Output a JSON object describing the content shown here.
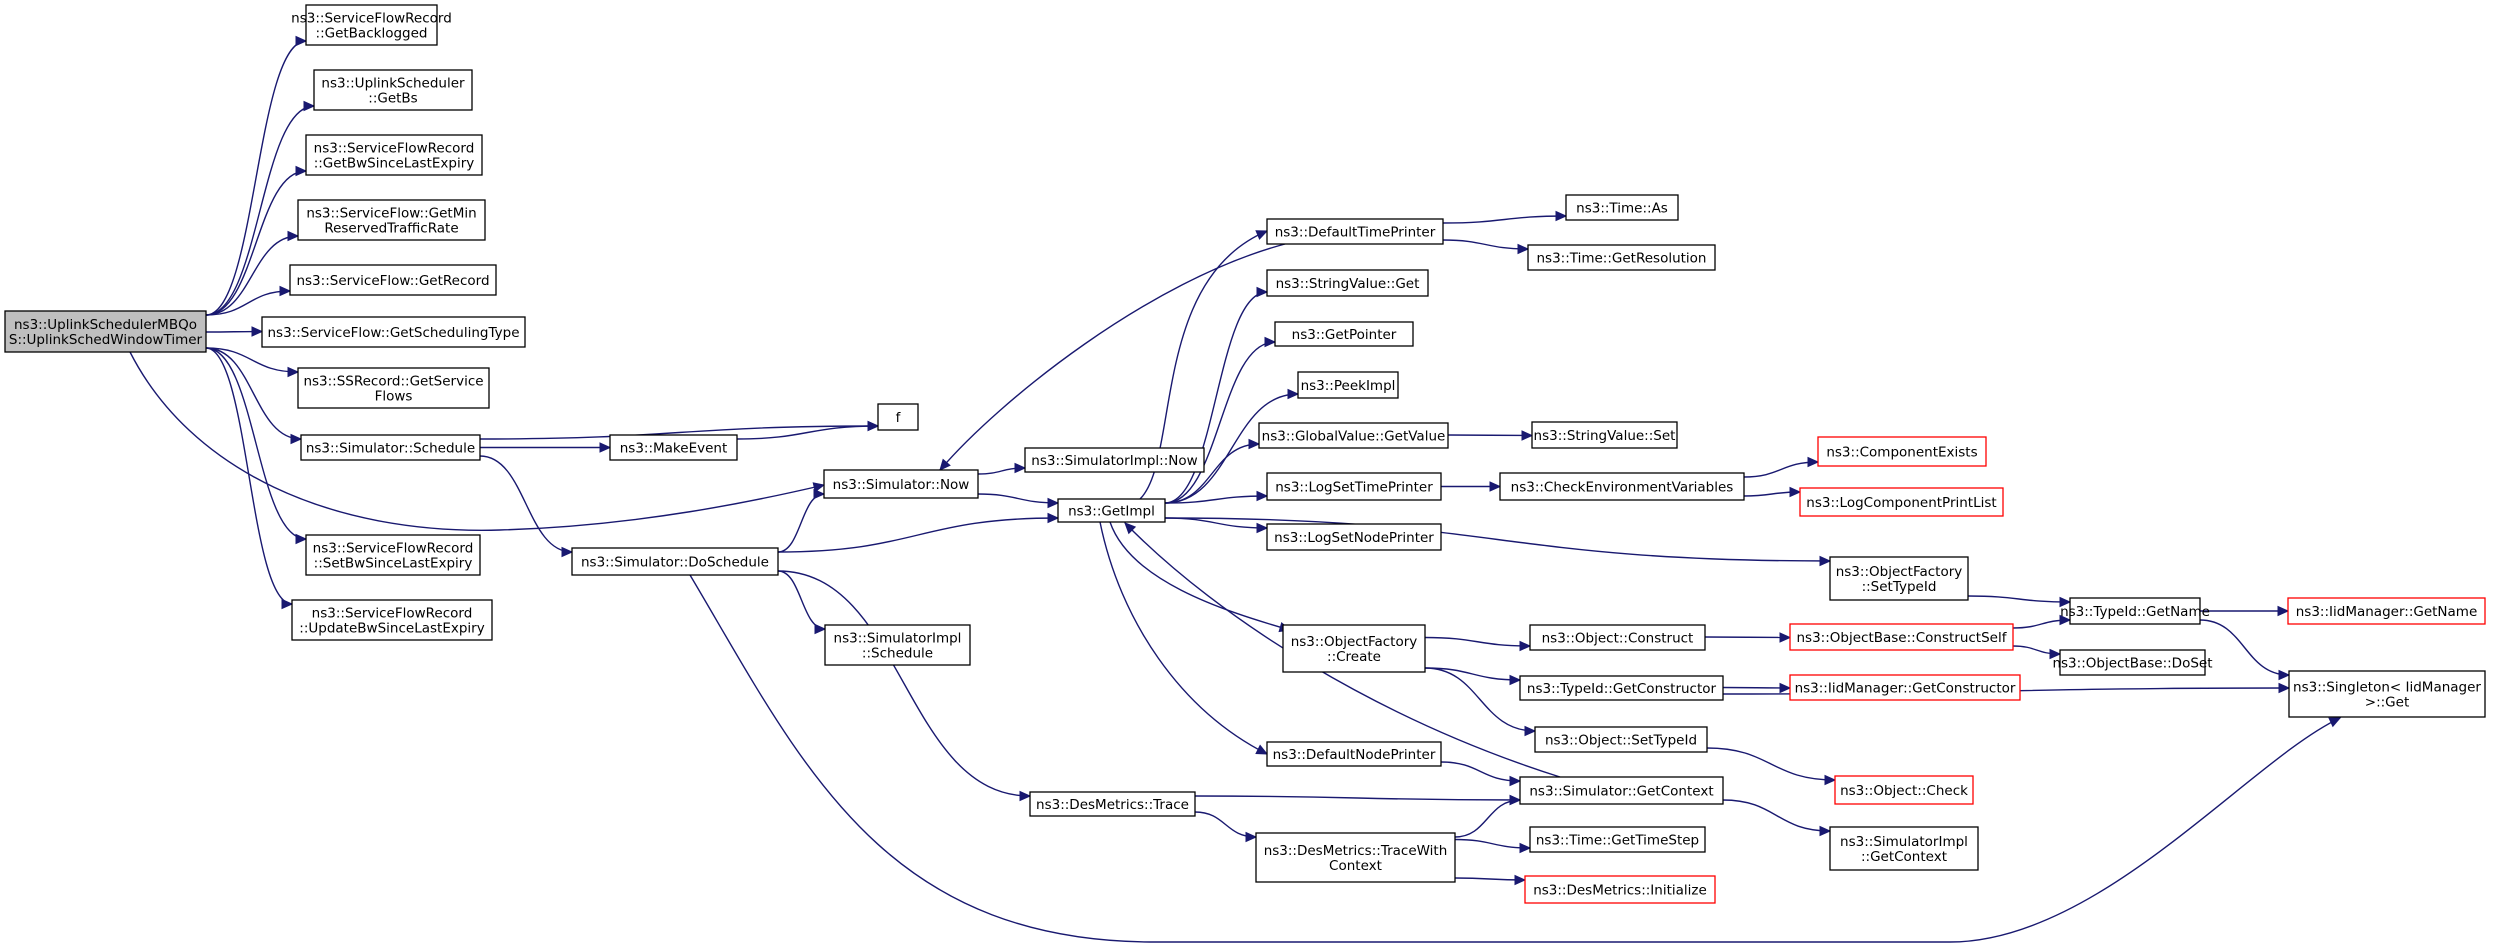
{
  "graph": {
    "colors": {
      "edge": "#191970",
      "node_border": "#000000",
      "node_truncated_border": "#ff0000",
      "root_fill": "#bfbfbf",
      "background": "#ffffff"
    },
    "nodes": [
      {
        "id": "root",
        "lines": [
          "ns3::UplinkSchedulerMBQo",
          "S::UplinkSchedWindowTimer"
        ],
        "root": true
      },
      {
        "id": "sfr_backlogged",
        "lines": [
          "ns3::ServiceFlowRecord",
          "::GetBacklogged"
        ]
      },
      {
        "id": "us_getbs",
        "lines": [
          "ns3::UplinkScheduler",
          "::GetBs"
        ]
      },
      {
        "id": "sfr_getbwsince",
        "lines": [
          "ns3::ServiceFlowRecord",
          "::GetBwSinceLastExpiry"
        ]
      },
      {
        "id": "sf_getmin",
        "lines": [
          "ns3::ServiceFlow::GetMin",
          "ReservedTrafficRate"
        ]
      },
      {
        "id": "sf_getrecord",
        "lines": [
          "ns3::ServiceFlow::GetRecord"
        ]
      },
      {
        "id": "sf_getschedtype",
        "lines": [
          "ns3::ServiceFlow::GetSchedulingType"
        ]
      },
      {
        "id": "ss_getserviceflows",
        "lines": [
          "ns3::SSRecord::GetService",
          "Flows"
        ]
      },
      {
        "id": "sim_schedule",
        "lines": [
          "ns3::Simulator::Schedule"
        ]
      },
      {
        "id": "sfr_setbw",
        "lines": [
          "ns3::ServiceFlowRecord",
          "::SetBwSinceLastExpiry"
        ]
      },
      {
        "id": "sfr_updatebw",
        "lines": [
          "ns3::ServiceFlowRecord",
          "::UpdateBwSinceLastExpiry"
        ]
      },
      {
        "id": "f",
        "lines": [
          "f"
        ]
      },
      {
        "id": "makeevent",
        "lines": [
          "ns3::MakeEvent"
        ]
      },
      {
        "id": "sim_now",
        "lines": [
          "ns3::Simulator::Now"
        ]
      },
      {
        "id": "sim_doschedule",
        "lines": [
          "ns3::Simulator::DoSchedule"
        ]
      },
      {
        "id": "simimpl_now",
        "lines": [
          "ns3::SimulatorImpl::Now"
        ]
      },
      {
        "id": "getimpl",
        "lines": [
          "ns3::GetImpl"
        ]
      },
      {
        "id": "simimpl_schedule",
        "lines": [
          "ns3::SimulatorImpl",
          "::Schedule"
        ]
      },
      {
        "id": "des_trace",
        "lines": [
          "ns3::DesMetrics::Trace"
        ]
      },
      {
        "id": "des_tracewith",
        "lines": [
          "ns3::DesMetrics::TraceWith",
          "Context"
        ]
      },
      {
        "id": "defaulttimeprinter",
        "lines": [
          "ns3::DefaultTimePrinter"
        ]
      },
      {
        "id": "stringvalue_get",
        "lines": [
          "ns3::StringValue::Get"
        ]
      },
      {
        "id": "getpointer",
        "lines": [
          "ns3::GetPointer"
        ]
      },
      {
        "id": "peekimpl",
        "lines": [
          "ns3::PeekImpl"
        ]
      },
      {
        "id": "globalvalue_getvalue",
        "lines": [
          "ns3::GlobalValue::GetValue"
        ]
      },
      {
        "id": "logsettimeprinter",
        "lines": [
          "ns3::LogSetTimePrinter"
        ]
      },
      {
        "id": "logsetnodeprinter",
        "lines": [
          "ns3::LogSetNodePrinter"
        ]
      },
      {
        "id": "objfactory_create",
        "lines": [
          "ns3::ObjectFactory",
          "::Create"
        ]
      },
      {
        "id": "defaultnodeprinter",
        "lines": [
          "ns3::DefaultNodePrinter"
        ]
      },
      {
        "id": "time_as",
        "lines": [
          "ns3::Time::As"
        ]
      },
      {
        "id": "time_getresolution",
        "lines": [
          "ns3::Time::GetResolution"
        ]
      },
      {
        "id": "stringvalue_set",
        "lines": [
          "ns3::StringValue::Set"
        ]
      },
      {
        "id": "checkenv",
        "lines": [
          "ns3::CheckEnvironmentVariables"
        ]
      },
      {
        "id": "objfactory_settypeid",
        "lines": [
          "ns3::ObjectFactory",
          "::SetTypeId"
        ]
      },
      {
        "id": "object_construct",
        "lines": [
          "ns3::Object::Construct"
        ]
      },
      {
        "id": "typeid_getconstructor",
        "lines": [
          "ns3::TypeId::GetConstructor"
        ]
      },
      {
        "id": "object_settypeid",
        "lines": [
          "ns3::Object::SetTypeId"
        ]
      },
      {
        "id": "sim_getcontext",
        "lines": [
          "ns3::Simulator::GetContext"
        ]
      },
      {
        "id": "time_gettimestep",
        "lines": [
          "ns3::Time::GetTimeStep"
        ]
      },
      {
        "id": "des_initialize",
        "lines": [
          "ns3::DesMetrics::Initialize"
        ],
        "truncated": true
      },
      {
        "id": "componentexists",
        "lines": [
          "ns3::ComponentExists"
        ],
        "truncated": true
      },
      {
        "id": "logcomponentprintlist",
        "lines": [
          "ns3::LogComponentPrintList"
        ],
        "truncated": true
      },
      {
        "id": "typeid_getname",
        "lines": [
          "ns3::TypeId::GetName"
        ]
      },
      {
        "id": "objbase_constructself",
        "lines": [
          "ns3::ObjectBase::ConstructSelf"
        ],
        "truncated": true
      },
      {
        "id": "iidmanager_getconstructor",
        "lines": [
          "ns3::IidManager::GetConstructor"
        ],
        "truncated": true
      },
      {
        "id": "object_check",
        "lines": [
          "ns3::Object::Check"
        ],
        "truncated": true
      },
      {
        "id": "simimpl_getcontext",
        "lines": [
          "ns3::SimulatorImpl",
          "::GetContext"
        ]
      },
      {
        "id": "iidmanager_getname",
        "lines": [
          "ns3::IidManager::GetName"
        ],
        "truncated": true
      },
      {
        "id": "objbase_doset",
        "lines": [
          "ns3::ObjectBase::DoSet"
        ]
      },
      {
        "id": "singleton_get",
        "lines": [
          "ns3::Singleton< IidManager",
          ">::Get"
        ]
      }
    ],
    "edges": [
      [
        "root",
        "sfr_backlogged"
      ],
      [
        "root",
        "us_getbs"
      ],
      [
        "root",
        "sfr_getbwsince"
      ],
      [
        "root",
        "sf_getmin"
      ],
      [
        "root",
        "sf_getrecord"
      ],
      [
        "root",
        "sf_getschedtype"
      ],
      [
        "root",
        "ss_getserviceflows"
      ],
      [
        "root",
        "sim_schedule"
      ],
      [
        "root",
        "sim_now"
      ],
      [
        "root",
        "sfr_setbw"
      ],
      [
        "root",
        "sfr_updatebw"
      ],
      [
        "sim_schedule",
        "f"
      ],
      [
        "sim_schedule",
        "makeevent"
      ],
      [
        "sim_schedule",
        "sim_doschedule"
      ],
      [
        "makeevent",
        "f"
      ],
      [
        "sim_now",
        "simimpl_now"
      ],
      [
        "sim_now",
        "getimpl"
      ],
      [
        "sim_doschedule",
        "sim_now"
      ],
      [
        "sim_doschedule",
        "getimpl"
      ],
      [
        "sim_doschedule",
        "simimpl_schedule"
      ],
      [
        "sim_doschedule",
        "des_trace"
      ],
      [
        "sim_doschedule",
        "singleton_get"
      ],
      [
        "getimpl",
        "defaulttimeprinter"
      ],
      [
        "getimpl",
        "stringvalue_get"
      ],
      [
        "getimpl",
        "getpointer"
      ],
      [
        "getimpl",
        "peekimpl"
      ],
      [
        "getimpl",
        "globalvalue_getvalue"
      ],
      [
        "getimpl",
        "logsettimeprinter"
      ],
      [
        "getimpl",
        "logsetnodeprinter"
      ],
      [
        "getimpl",
        "objfactory_settypeid"
      ],
      [
        "getimpl",
        "objfactory_create"
      ],
      [
        "getimpl",
        "defaultnodeprinter"
      ],
      [
        "defaulttimeprinter",
        "time_as"
      ],
      [
        "defaulttimeprinter",
        "time_getresolution"
      ],
      [
        "defaulttimeprinter",
        "sim_now"
      ],
      [
        "globalvalue_getvalue",
        "stringvalue_set"
      ],
      [
        "logsettimeprinter",
        "checkenv"
      ],
      [
        "checkenv",
        "componentexists"
      ],
      [
        "checkenv",
        "logcomponentprintlist"
      ],
      [
        "objfactory_settypeid",
        "typeid_getname"
      ],
      [
        "objfactory_create",
        "object_construct"
      ],
      [
        "objfactory_create",
        "typeid_getconstructor"
      ],
      [
        "objfactory_create",
        "object_settypeid"
      ],
      [
        "object_construct",
        "objbase_constructself"
      ],
      [
        "objbase_constructself",
        "typeid_getname"
      ],
      [
        "objbase_constructself",
        "objbase_doset"
      ],
      [
        "typeid_getname",
        "iidmanager_getname"
      ],
      [
        "typeid_getname",
        "singleton_get"
      ],
      [
        "typeid_getconstructor",
        "iidmanager_getconstructor"
      ],
      [
        "typeid_getconstructor",
        "singleton_get"
      ],
      [
        "object_settypeid",
        "object_check"
      ],
      [
        "defaultnodeprinter",
        "sim_getcontext"
      ],
      [
        "sim_getcontext",
        "getimpl"
      ],
      [
        "sim_getcontext",
        "simimpl_getcontext"
      ],
      [
        "des_trace",
        "sim_getcontext"
      ],
      [
        "des_trace",
        "des_tracewith"
      ],
      [
        "des_tracewith",
        "sim_getcontext"
      ],
      [
        "des_tracewith",
        "time_gettimestep"
      ],
      [
        "des_tracewith",
        "des_initialize"
      ]
    ]
  }
}
